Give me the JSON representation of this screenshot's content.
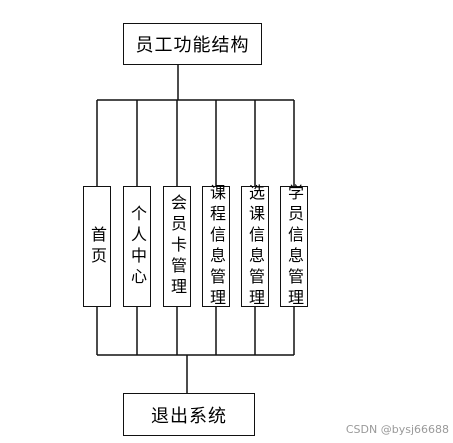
{
  "diagram": {
    "top": "员工功能结构",
    "modules": [
      "首页",
      "个人中心",
      "会员卡管理",
      "课程信息管理",
      "选课信息管理",
      "学员信息管理"
    ],
    "bottom": "退出系统"
  },
  "watermark": "CSDN @bysj66688"
}
